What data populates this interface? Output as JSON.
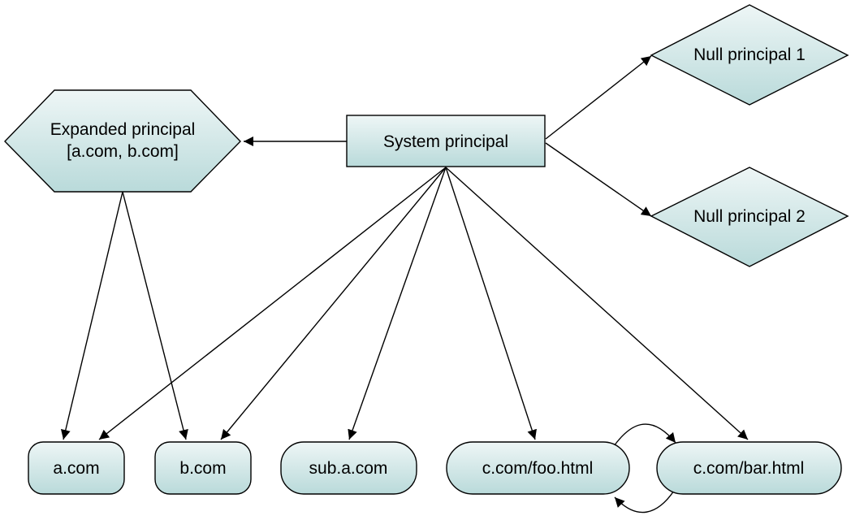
{
  "diagram": {
    "nodes": {
      "system": {
        "label": "System principal",
        "shape": "rectangle"
      },
      "expanded": {
        "line1": "Expanded principal",
        "line2": "[a.com, b.com]",
        "shape": "hexagon"
      },
      "null1": {
        "label": "Null principal 1",
        "shape": "diamond"
      },
      "null2": {
        "label": "Null principal 2",
        "shape": "diamond"
      },
      "acom": {
        "label": "a.com",
        "shape": "rounded"
      },
      "bcom": {
        "label": "b.com",
        "shape": "rounded"
      },
      "subacom": {
        "label": "sub.a.com",
        "shape": "rounded"
      },
      "foo": {
        "label": "c.com/foo.html",
        "shape": "rounded"
      },
      "bar": {
        "label": "c.com/bar.html",
        "shape": "rounded"
      }
    },
    "edges": [
      {
        "from": "system",
        "to": "expanded"
      },
      {
        "from": "system",
        "to": "null1"
      },
      {
        "from": "system",
        "to": "null2"
      },
      {
        "from": "system",
        "to": "acom"
      },
      {
        "from": "system",
        "to": "bcom"
      },
      {
        "from": "system",
        "to": "subacom"
      },
      {
        "from": "system",
        "to": "foo"
      },
      {
        "from": "system",
        "to": "bar"
      },
      {
        "from": "expanded",
        "to": "acom"
      },
      {
        "from": "expanded",
        "to": "bcom"
      },
      {
        "from": "foo",
        "to": "bar"
      },
      {
        "from": "bar",
        "to": "foo"
      }
    ]
  },
  "colors": {
    "fill_top": "#eef6f6",
    "fill_bottom": "#b9dada",
    "stroke": "#000000",
    "edge": "#000000"
  }
}
